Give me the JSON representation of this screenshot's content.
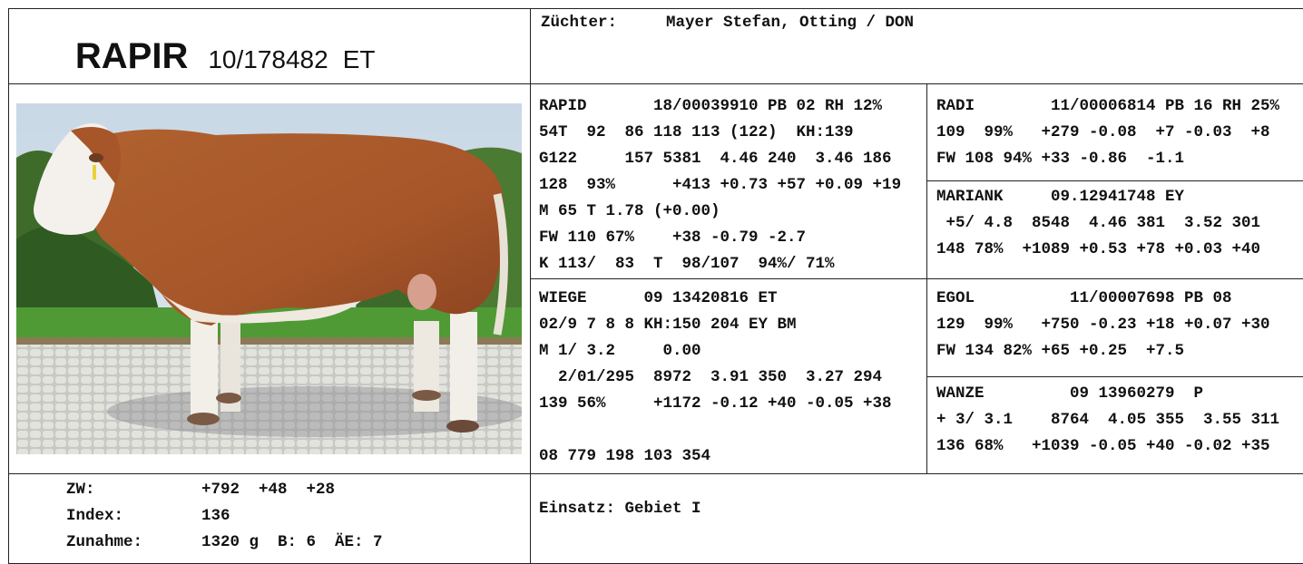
{
  "header": {
    "name": "RAPIR",
    "reg_number": "10/178482",
    "tag": "ET",
    "breeder_label": "Züchter:",
    "breeder_value": "Mayer Stefan, Otting / DON"
  },
  "sire": {
    "lines": [
      "RAPID       18/00039910 PB 02 RH 12%",
      "54T  92  86 118 113 (122)  KH:139",
      "G122     157 5381  4.46 240  3.46 186",
      "128  93%      +413 +0.73 +57 +0.09 +19",
      "M 65 T 1.78 (+0.00)",
      "FW 110 67%    +38 -0.79 -2.7",
      "K 113/  83  T  98/107  94%/ 71%"
    ]
  },
  "sire_sire": {
    "lines": [
      "RADI        11/00006814 PB 16 RH 25%",
      "109  99%   +279 -0.08  +7 -0.03  +8",
      "FW 108 94% +33 -0.86  -1.1"
    ]
  },
  "sire_dam": {
    "lines": [
      "MARIANK     09.12941748 EY",
      " +5/ 4.8  8548  4.46 381  3.52 301",
      "148 78%  +1089 +0.53 +78 +0.03 +40"
    ]
  },
  "dam": {
    "lines": [
      "WIEGE      09 13420816 ET",
      "02/9 7 8 8 KH:150 204 EY BM",
      "M 1/ 3.2     0.00",
      "  2/01/295  8972  3.91 350  3.27 294",
      "139 56%     +1172 -0.12 +40 -0.05 +38"
    ],
    "footer": "08 779 198 103 354"
  },
  "dam_sire": {
    "lines": [
      "EGOL          11/00007698 PB 08",
      "129  99%   +750 -0.23 +18 +0.07 +30",
      "FW 134 82% +65 +0.25  +7.5"
    ]
  },
  "dam_dam": {
    "lines": [
      "WANZE         09 13960279  P",
      "+ 3/ 3.1    8764  4.05 355  3.55 311",
      "136 68%   +1039 -0.05 +40 -0.02 +35"
    ]
  },
  "summary": {
    "zw_label": "ZW:",
    "zw_value": "+792  +48  +28",
    "index_label": "Index:",
    "index_value": "136",
    "zunahme_label": "Zunahme:",
    "zunahme_value": "1320 g  B: 6  ÄE: 7"
  },
  "einsatz": "Einsatz: Gebiet I"
}
